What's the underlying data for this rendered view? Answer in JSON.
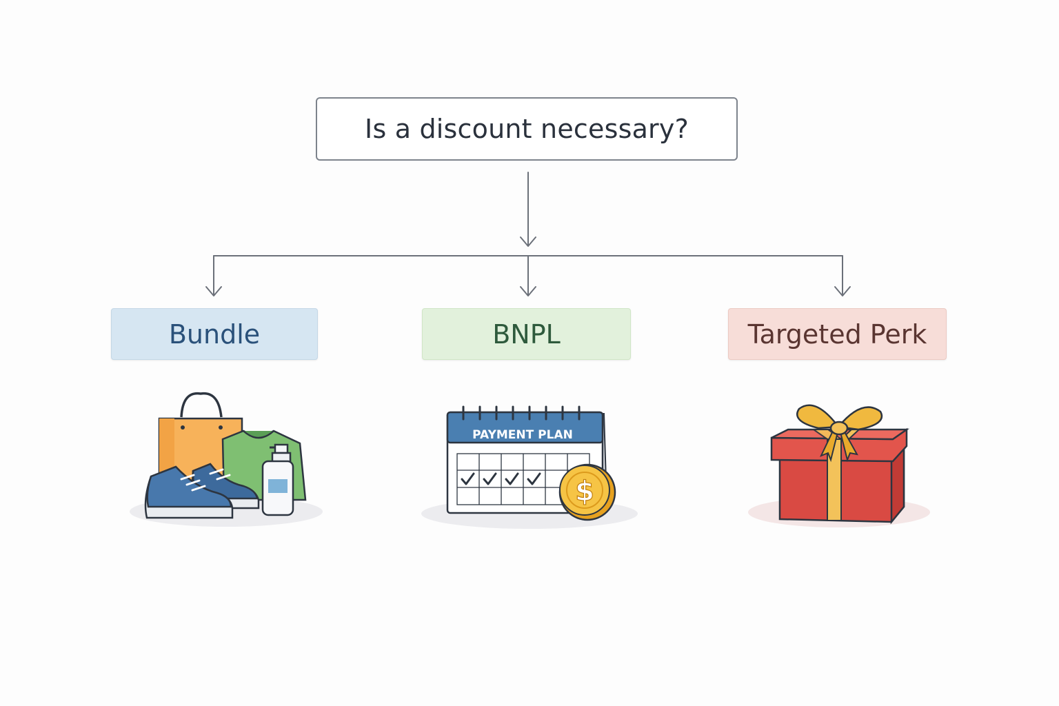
{
  "question": {
    "text": "Is a discount necessary?"
  },
  "options": [
    {
      "label": "Bundle",
      "illustration": "shopping-bundle-icon",
      "color": "#d6e6f2"
    },
    {
      "label": "BNPL",
      "illustration": "payment-calendar-icon",
      "color": "#e2f1dc"
    },
    {
      "label": "Targeted Perk",
      "illustration": "gift-box-icon",
      "color": "#f7ddd8"
    }
  ],
  "calendar": {
    "header_text": "PAYMENT PLAN",
    "coin_symbol": "$"
  },
  "colors": {
    "connector": "#6b7079",
    "question_border": "#7d838c",
    "text_dark": "#2a313c"
  }
}
